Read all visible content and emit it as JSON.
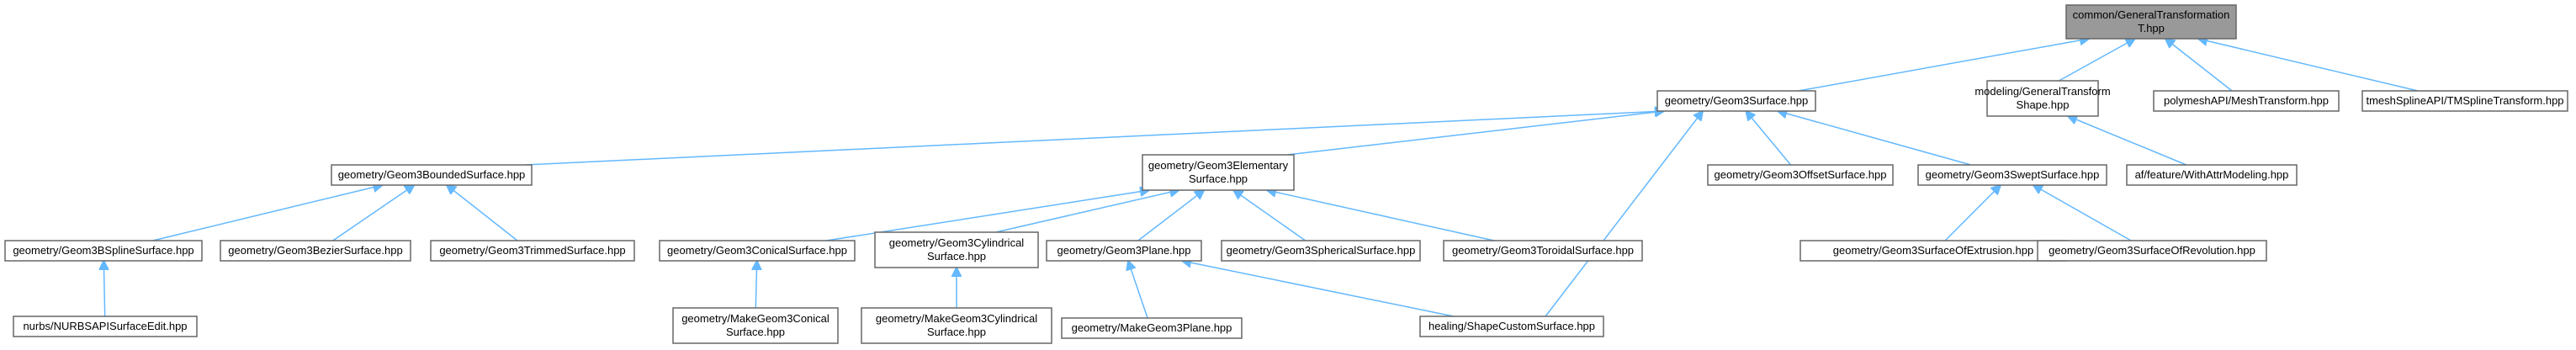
{
  "nodes": [
    {
      "id": "general_transformation",
      "name": "node-general-transformation-hpp",
      "lines": [
        "common/GeneralTransformation",
        "T.hpp"
      ],
      "root": true
    },
    {
      "id": "geom3_surface",
      "name": "node-geom3-surface-hpp",
      "lines": [
        "geometry/Geom3Surface.hpp"
      ]
    },
    {
      "id": "general_transform_shape",
      "name": "node-general-transform-shape-hpp",
      "lines": [
        "modeling/GeneralTransform",
        "Shape.hpp"
      ]
    },
    {
      "id": "mesh_transform",
      "name": "node-mesh-transform-hpp",
      "lines": [
        "polymeshAPI/MeshTransform.hpp"
      ]
    },
    {
      "id": "tmspline_transform",
      "name": "node-tmspline-transform-hpp",
      "lines": [
        "tmeshSplineAPI/TMSplineTransform.hpp"
      ]
    },
    {
      "id": "geom3_bounded",
      "name": "node-geom3-bounded-surface-hpp",
      "lines": [
        "geometry/Geom3BoundedSurface.hpp"
      ]
    },
    {
      "id": "geom3_elementary",
      "name": "node-geom3-elementary-surface-hpp",
      "lines": [
        "geometry/Geom3Elementary",
        "Surface.hpp"
      ]
    },
    {
      "id": "geom3_offset",
      "name": "node-geom3-offset-surface-hpp",
      "lines": [
        "geometry/Geom3OffsetSurface.hpp"
      ]
    },
    {
      "id": "geom3_swept",
      "name": "node-geom3-swept-surface-hpp",
      "lines": [
        "geometry/Geom3SweptSurface.hpp"
      ]
    },
    {
      "id": "with_attr_modeling",
      "name": "node-with-attr-modeling-hpp",
      "lines": [
        "af/feature/WithAttrModeling.hpp"
      ]
    },
    {
      "id": "geom3_bspline",
      "name": "node-geom3-bspline-surface-hpp",
      "lines": [
        "geometry/Geom3BSplineSurface.hpp"
      ]
    },
    {
      "id": "geom3_bezier",
      "name": "node-geom3-bezier-surface-hpp",
      "lines": [
        "geometry/Geom3BezierSurface.hpp"
      ]
    },
    {
      "id": "geom3_trimmed",
      "name": "node-geom3-trimmed-surface-hpp",
      "lines": [
        "geometry/Geom3TrimmedSurface.hpp"
      ]
    },
    {
      "id": "geom3_conical",
      "name": "node-geom3-conical-surface-hpp",
      "lines": [
        "geometry/Geom3ConicalSurface.hpp"
      ]
    },
    {
      "id": "geom3_cylindrical",
      "name": "node-geom3-cylindrical-surface-hpp",
      "lines": [
        "geometry/Geom3Cylindrical",
        "Surface.hpp"
      ]
    },
    {
      "id": "geom3_plane",
      "name": "node-geom3-plane-hpp",
      "lines": [
        "geometry/Geom3Plane.hpp"
      ]
    },
    {
      "id": "geom3_spherical",
      "name": "node-geom3-spherical-surface-hpp",
      "lines": [
        "geometry/Geom3SphericalSurface.hpp"
      ]
    },
    {
      "id": "geom3_toroidal",
      "name": "node-geom3-toroidal-surface-hpp",
      "lines": [
        "geometry/Geom3ToroidalSurface.hpp"
      ]
    },
    {
      "id": "geom3_extrusion",
      "name": "node-geom3-surface-of-extrusion-hpp",
      "lines": [
        "geometry/Geom3SurfaceOfExtrusion.hpp"
      ]
    },
    {
      "id": "geom3_revolution",
      "name": "node-geom3-surface-of-revolution-hpp",
      "lines": [
        "geometry/Geom3SurfaceOfRevolution.hpp"
      ]
    },
    {
      "id": "nurbs_surface_edit",
      "name": "node-nurbs-surface-edit-hpp",
      "lines": [
        "nurbs/NURBSAPISurfaceEdit.hpp"
      ]
    },
    {
      "id": "make_conical",
      "name": "node-make-geom3-conical-surface-hpp",
      "lines": [
        "geometry/MakeGeom3Conical",
        "Surface.hpp"
      ]
    },
    {
      "id": "make_cylindrical",
      "name": "node-make-geom3-cylindrical-surface-hpp",
      "lines": [
        "geometry/MakeGeom3Cylindrical",
        "Surface.hpp"
      ]
    },
    {
      "id": "make_plane",
      "name": "node-make-geom3-plane-hpp",
      "lines": [
        "geometry/MakeGeom3Plane.hpp"
      ]
    },
    {
      "id": "shape_custom_surface",
      "name": "node-shape-custom-surface-hpp",
      "lines": [
        "healing/ShapeCustomSurface.hpp"
      ]
    }
  ],
  "edges": [
    {
      "from": "geom3_surface",
      "to": "general_transformation"
    },
    {
      "from": "general_transform_shape",
      "to": "general_transformation"
    },
    {
      "from": "mesh_transform",
      "to": "general_transformation"
    },
    {
      "from": "tmspline_transform",
      "to": "general_transformation"
    },
    {
      "from": "geom3_bounded",
      "to": "geom3_surface"
    },
    {
      "from": "geom3_elementary",
      "to": "geom3_surface"
    },
    {
      "from": "geom3_offset",
      "to": "geom3_surface"
    },
    {
      "from": "geom3_swept",
      "to": "geom3_surface"
    },
    {
      "from": "shape_custom_surface",
      "to": "geom3_surface"
    },
    {
      "from": "with_attr_modeling",
      "to": "general_transform_shape"
    },
    {
      "from": "geom3_bspline",
      "to": "geom3_bounded"
    },
    {
      "from": "geom3_bezier",
      "to": "geom3_bounded"
    },
    {
      "from": "geom3_trimmed",
      "to": "geom3_bounded"
    },
    {
      "from": "geom3_conical",
      "to": "geom3_elementary"
    },
    {
      "from": "geom3_cylindrical",
      "to": "geom3_elementary"
    },
    {
      "from": "geom3_plane",
      "to": "geom3_elementary"
    },
    {
      "from": "geom3_spherical",
      "to": "geom3_elementary"
    },
    {
      "from": "geom3_toroidal",
      "to": "geom3_elementary"
    },
    {
      "from": "geom3_extrusion",
      "to": "geom3_swept"
    },
    {
      "from": "geom3_revolution",
      "to": "geom3_swept"
    },
    {
      "from": "nurbs_surface_edit",
      "to": "geom3_bspline"
    },
    {
      "from": "make_conical",
      "to": "geom3_conical"
    },
    {
      "from": "make_cylindrical",
      "to": "geom3_cylindrical"
    },
    {
      "from": "make_plane",
      "to": "geom3_plane"
    },
    {
      "from": "shape_custom_surface",
      "to": "geom3_plane"
    }
  ],
  "colors": {
    "edge": "#63b8ff",
    "node_border": "#666666",
    "node_fill": "#ffffff",
    "root_fill": "#999999"
  }
}
